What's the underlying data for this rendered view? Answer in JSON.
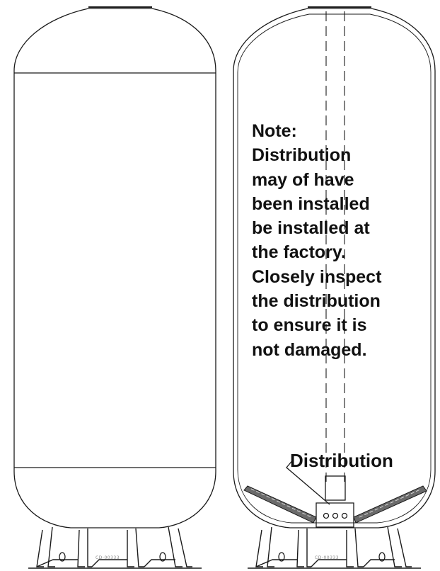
{
  "note": {
    "lines": [
      "Note:",
      "Distribution",
      "may of have",
      "been installed",
      "be installed at",
      "the factory.",
      "Closely inspect",
      "the distribution",
      "to ensure it is",
      "not damaged."
    ]
  },
  "distribution_label": "Distribution",
  "drawing_numbers": {
    "left": "CD-00333",
    "right": "CD-00333"
  },
  "colors": {
    "line": "#1a1a1a",
    "lateral": "#555555"
  }
}
